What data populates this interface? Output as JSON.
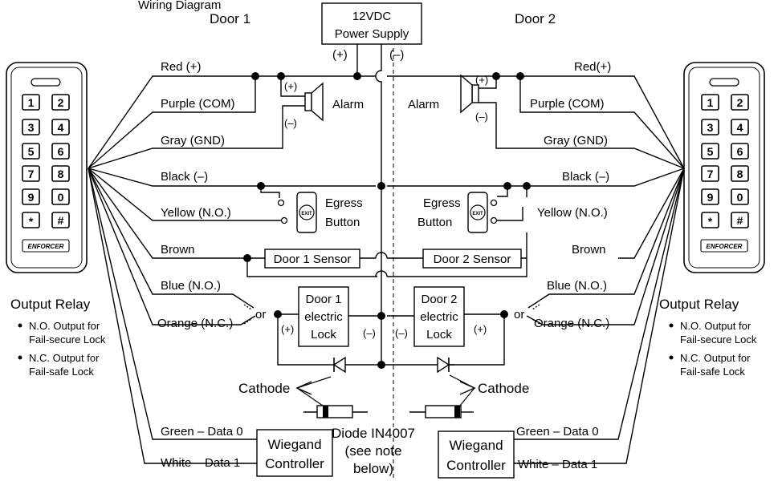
{
  "top_title": "Wiring Diagram",
  "doors": {
    "left": "Door 1",
    "right": "Door 2"
  },
  "power_supply": {
    "line1": "12VDC",
    "line2": "Power Supply",
    "plus": "(+)",
    "minus": "(–)"
  },
  "wires_left": {
    "red": "Red (+)",
    "purple": "Purple (COM)",
    "gray": "Gray (GND)",
    "black": "Black (–)",
    "yellow": "Yellow (N.O.)",
    "brown": "Brown",
    "blue": "Blue (N.O.)",
    "orange": "Orange (N.C.)",
    "green": "Green – Data 0",
    "white": "White – Data 1"
  },
  "wires_right": {
    "red": "Red(+)",
    "purple": "Purple (COM)",
    "gray": "Gray (GND)",
    "black": "Black (–)",
    "yellow": "Yellow (N.O.)",
    "brown": "Brown",
    "blue": "Blue (N.O.)",
    "orange": "Orange (N.C.)",
    "green": "Green – Data 0",
    "white": "White – Data 1"
  },
  "alarm": {
    "label": "Alarm",
    "plus": "(+)",
    "minus": "(–)"
  },
  "egress": {
    "line1": "Egress",
    "line2": "Button",
    "icon_text": "EXIT"
  },
  "sensors": {
    "door1": "Door 1 Sensor",
    "door2": "Door 2 Sensor"
  },
  "locks": {
    "door1": [
      "Door 1",
      "electric",
      "Lock"
    ],
    "door2": [
      "Door 2",
      "electric",
      "Lock"
    ],
    "plus": "(+)",
    "minus": "(–)"
  },
  "or_label": "or",
  "cathode": "Cathode",
  "diode_note": [
    "Diode IN4007",
    "(see note",
    "below)"
  ],
  "wiegand": [
    "Wiegand",
    "Controller"
  ],
  "output_relay": {
    "title": "Output Relay",
    "bullet1": [
      "N.O. Output for",
      "Fail-secure Lock"
    ],
    "bullet2": [
      "N.C. Output for",
      "Fail-safe Lock"
    ]
  },
  "keypad": {
    "keys": [
      "1",
      "2",
      "3",
      "4",
      "5",
      "6",
      "7",
      "8",
      "9",
      "0",
      "*",
      "#"
    ],
    "brand": "ENFORCER"
  }
}
